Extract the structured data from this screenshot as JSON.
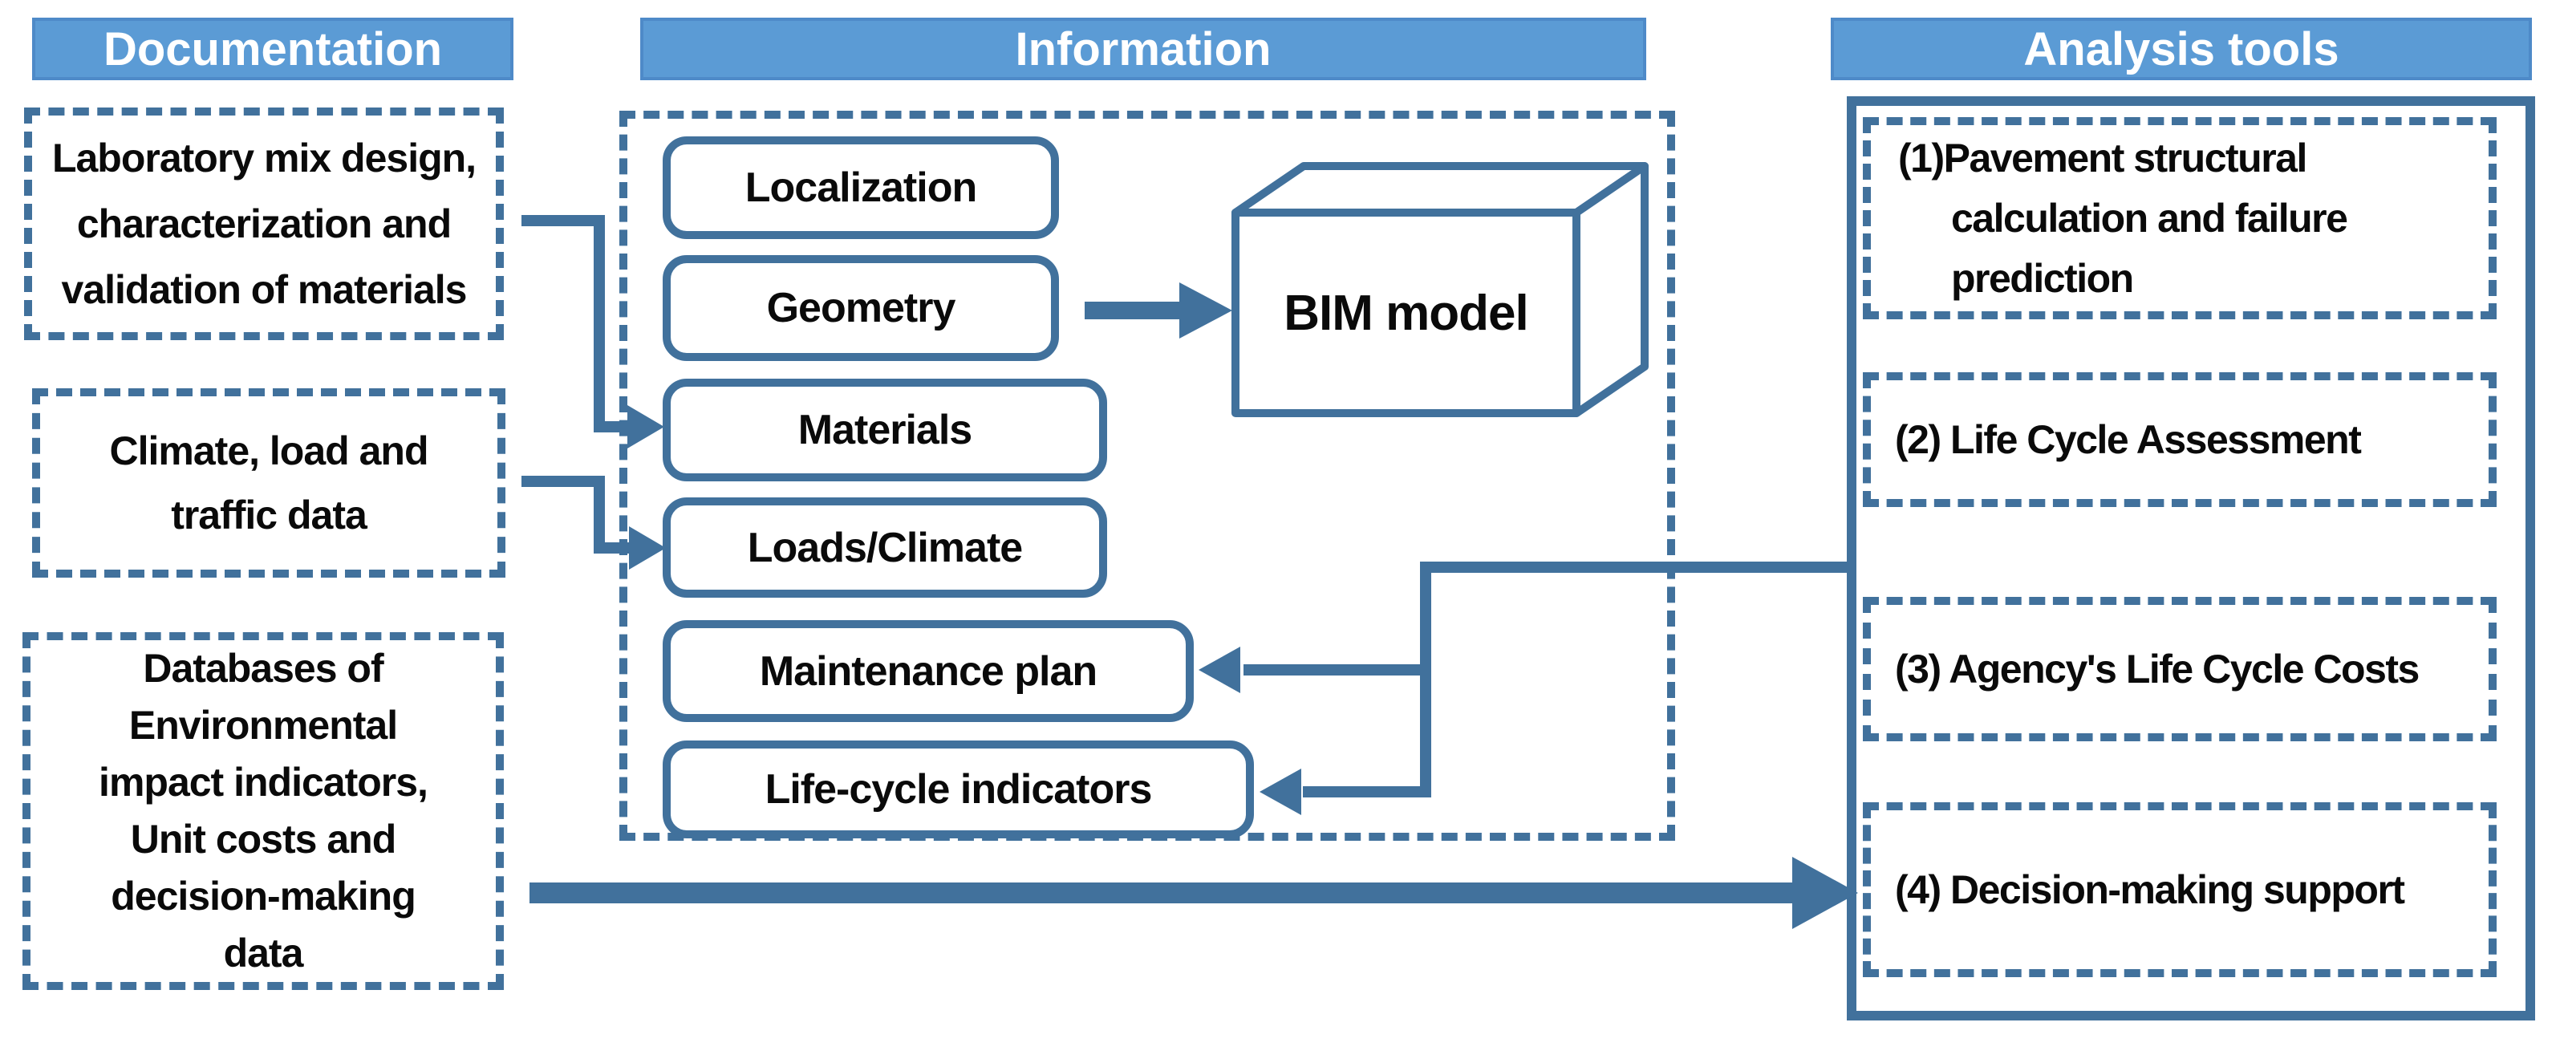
{
  "columns": {
    "documentation": {
      "header": "Documentation",
      "boxes": [
        "Laboratory mix design,\ncharacterization and\nvalidation of materials",
        "Climate, load and\ntraffic data",
        "Databases of\nEnvironmental\nimpact indicators,\nUnit costs and\ndecision-making\ndata"
      ]
    },
    "information": {
      "header": "Information",
      "items": [
        "Localization",
        "Geometry",
        "Materials",
        "Loads/Climate",
        "Maintenance plan",
        "Life-cycle indicators"
      ],
      "bim_label": "BIM model"
    },
    "analysis_tools": {
      "header": "Analysis tools",
      "tools": [
        "(1)Pavement structural\ncalculation and failure\nprediction",
        "(2) Life Cycle Assessment",
        "(3) Agency's Life Cycle Costs",
        "(4) Decision-making support"
      ]
    }
  },
  "colors": {
    "header_fill": "#5B9BD5",
    "header_border": "#4E8AC8",
    "line_blue": "#41719C",
    "header_text": "#FFFFFF",
    "body_text": "#000000",
    "background": "#FFFFFF"
  }
}
